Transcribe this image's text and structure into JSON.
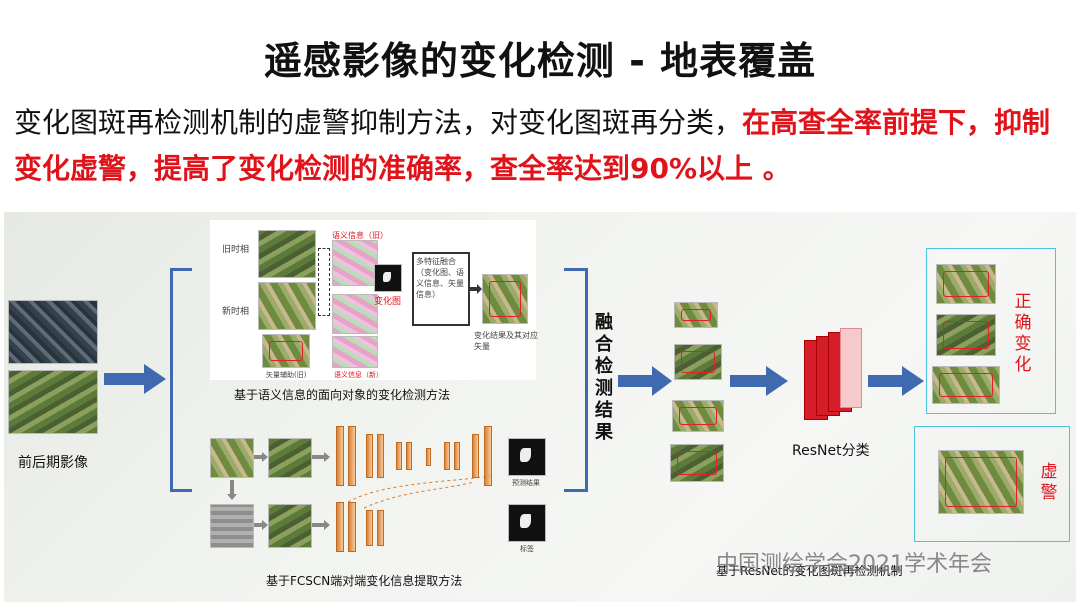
{
  "title": "遥感影像的变化检测 - 地表覆盖",
  "intro": {
    "normal": "变化图斑再检测机制的虚警抑制方法，对变化图斑再分类，",
    "highlight1": "在高查全率前提下，抑制变化虚警，提高了变化检测的准确率，查全率达到",
    "highlight_bold": "90%",
    "highlight2": "以上 。"
  },
  "labels": {
    "input_images": "前后期影像",
    "old_phase": "旧时相",
    "new_phase": "新时相",
    "change_map": "变化图",
    "fusion_box": "多特征融合（变化图、语义信息、矢量信息）",
    "change_result": "变化结果及其对应矢量",
    "vector_aux": "矢量辅助(旧)",
    "semantic_label": "语义信息（新）",
    "semantic_old": "语义信息（旧）",
    "method1": "基于语义信息的面向对象的变化检测方法",
    "method2": "基于FCSCN端对端变化信息提取方法",
    "fuse_result": "融合检测结果",
    "resnet": "ResNet分类",
    "correct_change": "正确变化",
    "false_alarm": "虚警",
    "method3": "基于ResNet的变化图斑再检测机制",
    "watermark": "中国测绘学会2021学术年会",
    "pred_result": "预测结果",
    "label_gt": "标签"
  },
  "colors": {
    "title": "#111111",
    "highlight": "#e0131b",
    "arrow": "#3f6ab0",
    "bracket": "#3f6ab0",
    "cyan_box": "#4fc3d9",
    "resnet_dark": "#d61d2a",
    "resnet_light": "#f6c9cc"
  }
}
